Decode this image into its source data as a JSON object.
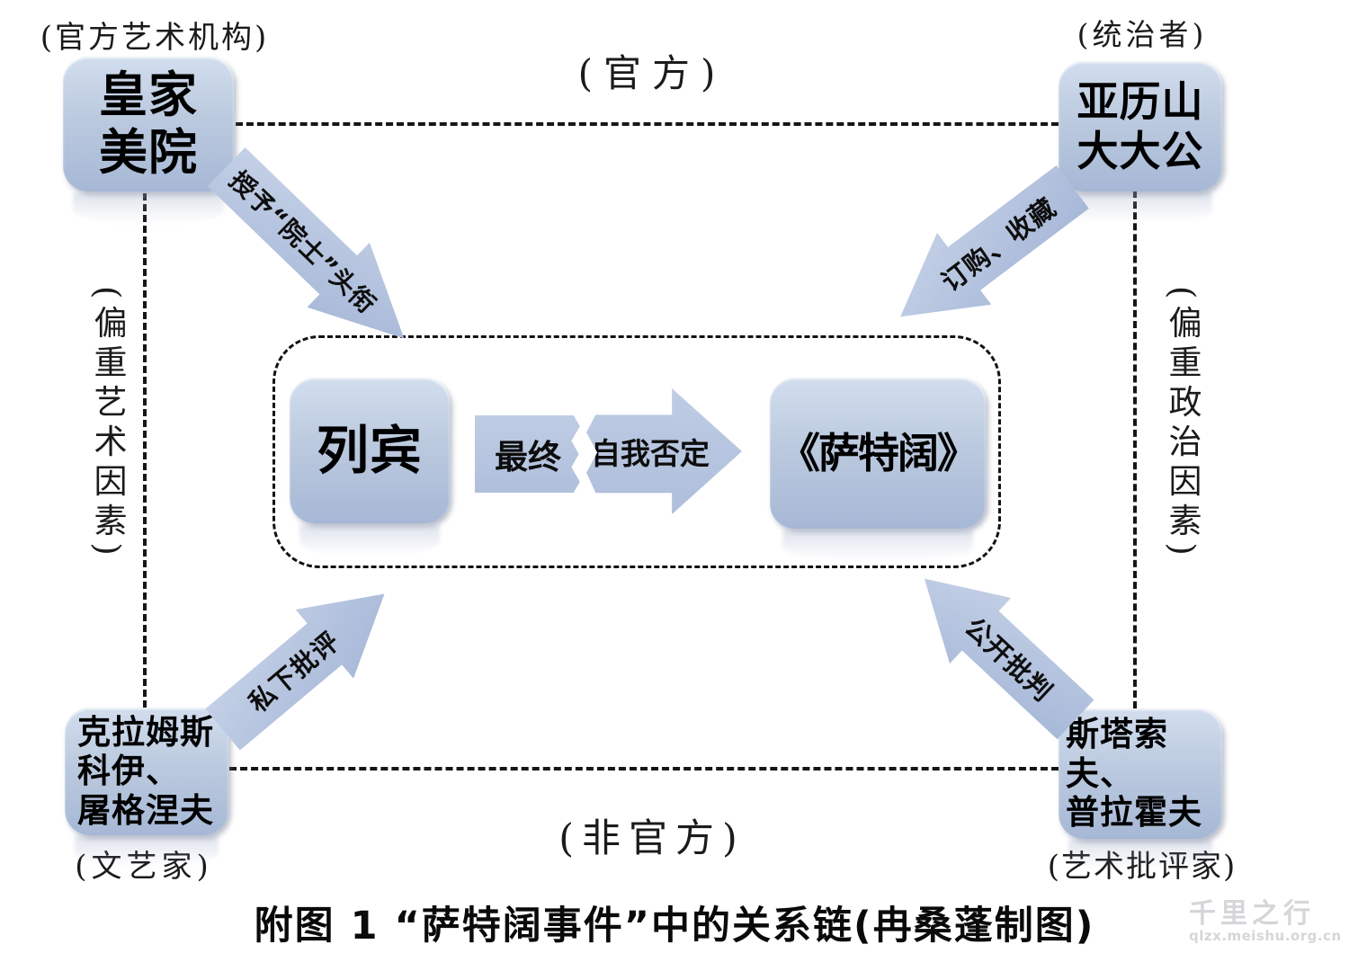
{
  "corner_labels": {
    "top_left": "(官方艺术机构)",
    "top_right": "(统治者)",
    "bottom_left": "(文艺家)",
    "bottom_right": "(艺术批评家)"
  },
  "axis_labels": {
    "top": "(官方)",
    "bottom": "(非官方)",
    "left": "(偏重艺术因素)",
    "right": "(偏重政治因素)"
  },
  "nodes": {
    "royal_academy": {
      "line1": "皇家",
      "line2": "美院"
    },
    "grand_duke": {
      "line1": "亚历山",
      "line2": "大大公"
    },
    "repin": {
      "label": "列宾"
    },
    "sadko": {
      "label": "《萨特阔》"
    },
    "writers": {
      "line1": "克拉姆斯",
      "line2": "科伊、",
      "line3": "屠格涅夫"
    },
    "critics": {
      "line1": "斯塔索夫、",
      "line2": "普拉霍夫"
    }
  },
  "relations": {
    "grant_title": "授予“院士”头衔",
    "order_collect": "订购、收藏",
    "private_criticism": "私下批评",
    "public_criticism": "公开批判",
    "finally": "最终",
    "self_denial": "自我否定"
  },
  "caption": "附图 1 “萨特阔事件”中的关系链(冉桑蓬制图)",
  "watermark": {
    "brand": "千里之行",
    "site": "qlzx.meishu.org.cn"
  },
  "colors": {
    "node_fill_top": "#d2deee",
    "node_fill_bottom": "#a6b8d6",
    "arrow_fill": "#b3c2de",
    "line": "#161616",
    "text": "#000000",
    "watermark": "#d4d6d9"
  }
}
